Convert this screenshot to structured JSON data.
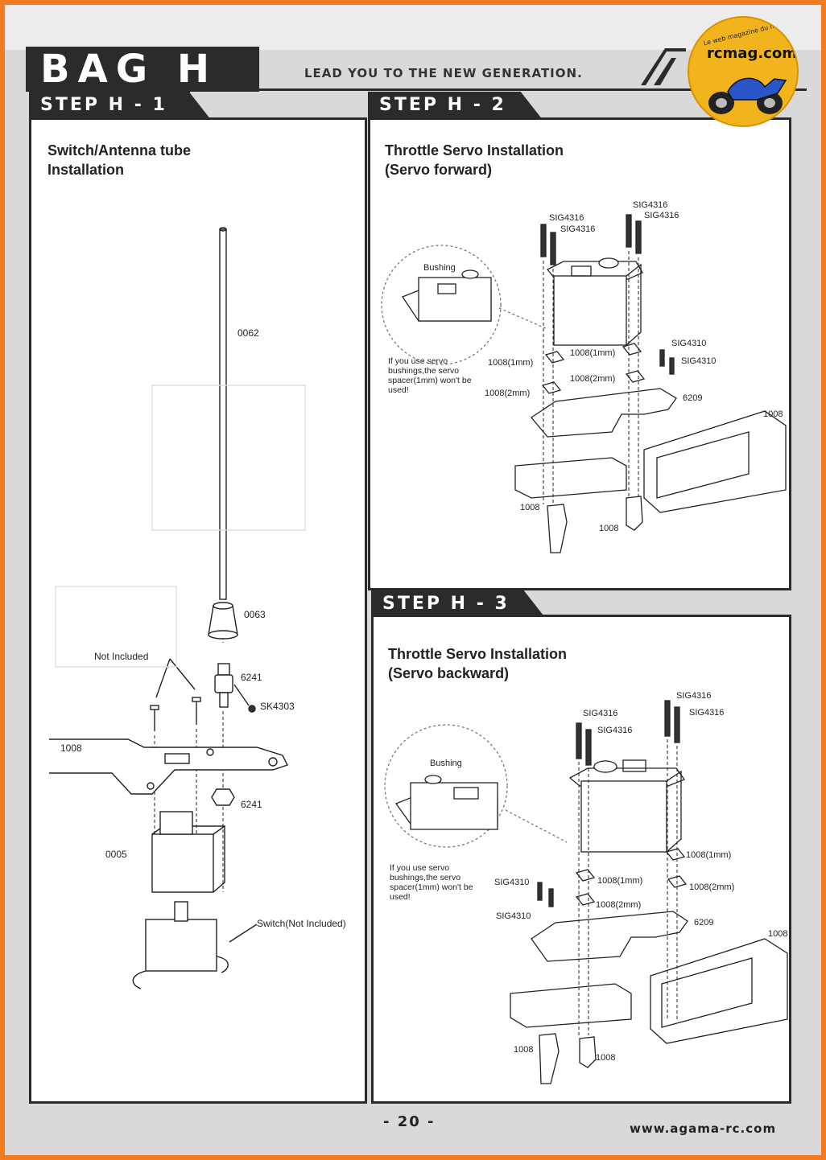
{
  "header": {
    "bag_title": "BAG H",
    "slogan": "LEAD YOU TO THE NEW GENERATION."
  },
  "watermark": {
    "name": "rcmag.com",
    "tagline": "Le web magazine du modelisme"
  },
  "steps": [
    {
      "tab": "STEP H - 1",
      "title_line1": "Switch/Antenna tube",
      "title_line2": "Installation",
      "labels": {
        "antenna_tube": "0062",
        "cap": "0063",
        "not_included": "Not Included",
        "mount": "6241",
        "set_screw": "SK4303",
        "plate": "1008",
        "nut": "6241",
        "switch_block": "0005",
        "switch": "Switch(Not Included)"
      }
    },
    {
      "tab": "STEP H - 2",
      "title_line1": "Throttle Servo Installation",
      "title_line2": "(Servo forward)",
      "labels": {
        "screw_a1": "SIG4316",
        "screw_a2": "SIG4316",
        "screw_b1": "SIG4316",
        "screw_b2": "SIG4316",
        "bushing": "Bushing",
        "note_line1": "If you use servo",
        "note_line2": "bushings,the servo",
        "note_line3": "spacer(1mm) won't be",
        "note_line4": "used!",
        "spacer_left_1": "1008(1mm)",
        "spacer_left_2": "1008(2mm)",
        "spacer_right_1": "1008(1mm)",
        "spacer_right_2": "1008(2mm)",
        "screw_c1": "SIG4310",
        "screw_c2": "SIG4310",
        "plate": "6209",
        "chassis": "1008",
        "post_left": "1008",
        "post_right": "1008"
      }
    },
    {
      "tab": "STEP H - 3",
      "title_line1": "Throttle Servo Installation",
      "title_line2": "(Servo backward)",
      "labels": {
        "screw_a1": "SIG4316",
        "screw_a2": "SIG4316",
        "screw_b1": "SIG4316",
        "screw_b2": "SIG4316",
        "bushing": "Bushing",
        "note_line1": "If you use servo",
        "note_line2": "bushings,the servo",
        "note_line3": "spacer(1mm) won't be",
        "note_line4": "used!",
        "screw_c1": "SIG4310",
        "screw_c2": "SIG4310",
        "spacer_mid_1": "1008(1mm)",
        "spacer_mid_2": "1008(2mm)",
        "spacer_right_1": "1008(1mm)",
        "spacer_right_2": "1008(2mm)",
        "plate": "6209",
        "chassis": "1008",
        "post_left": "1008",
        "post_right": "1008"
      }
    }
  ],
  "footer": {
    "page_number": "- 20 -",
    "website": "www.agama-rc.com"
  }
}
